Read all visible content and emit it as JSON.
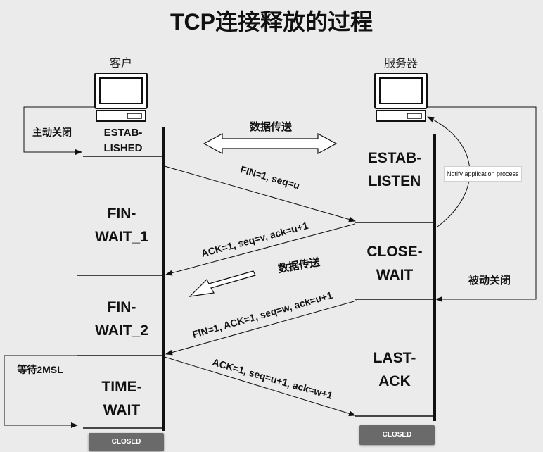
{
  "title": "TCP连接释放的过程",
  "client": {
    "label": "客户",
    "states": {
      "established": "ESTAB-\nLISHED",
      "fin_wait_1": "FIN-\nWAIT_1",
      "fin_wait_2": "FIN-\nWAIT_2",
      "time_wait": "TIME-\nWAIT",
      "closed": "CLOSED"
    },
    "active_close": "主动关闭",
    "wait_2msl": "等待2MSL"
  },
  "server": {
    "label": "服务器",
    "states": {
      "established": "ESTAB-\nLISTEN",
      "close_wait": "CLOSE-\nWAIT",
      "last_ack": "LAST-\nACK",
      "closed": "CLOSED"
    },
    "passive_close": "被动关闭",
    "notify": "Notify application process"
  },
  "data_transfer_1": "数据传送",
  "data_transfer_2": "数据传送",
  "messages": [
    {
      "text": "FIN=1, seq=u"
    },
    {
      "text": "ACK=1, seq=v, ack=u+1"
    },
    {
      "text": "FIN=1, ACK=1, seq=w, ack=u+1"
    },
    {
      "text": "ACK=1, seq=u+1, ack=w+1"
    }
  ],
  "icons": {
    "client_computer": "computer-icon",
    "server_computer": "computer-icon"
  }
}
